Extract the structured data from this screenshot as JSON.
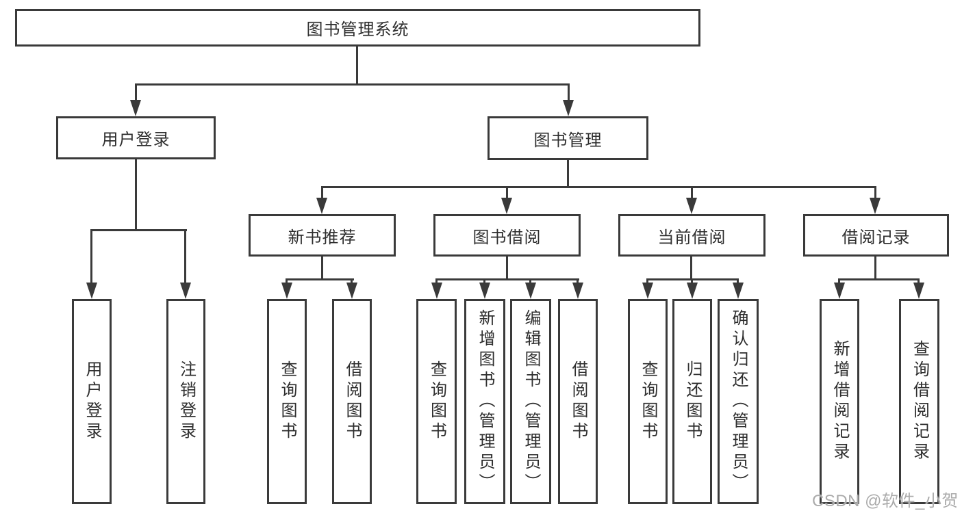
{
  "diagram_title": "图书管理系统",
  "tree": {
    "root": "图书管理系统",
    "level2": [
      "用户登录",
      "图书管理"
    ],
    "level3": [
      "新书推荐",
      "图书借阅",
      "当前借阅",
      "借阅记录"
    ],
    "leaves": {
      "user_login": [
        "用户登录",
        "注销登录"
      ],
      "new_book": [
        "查询图书",
        "借阅图书"
      ],
      "borrow": [
        "查询图书",
        "新增图书（管理员）",
        "编辑图书（管理员）",
        "借阅图书"
      ],
      "current": [
        "查询图书",
        "归还图书",
        "确认归还（管理员）"
      ],
      "records": [
        "新增借阅记录",
        "查询借阅记录"
      ]
    }
  },
  "colors": {
    "line": "#3a3a3a",
    "text": "#2e2e2e",
    "background": "#ffffff",
    "watermark_gray": "#ababab"
  },
  "watermark": "CSDN @软件_小贺同学"
}
